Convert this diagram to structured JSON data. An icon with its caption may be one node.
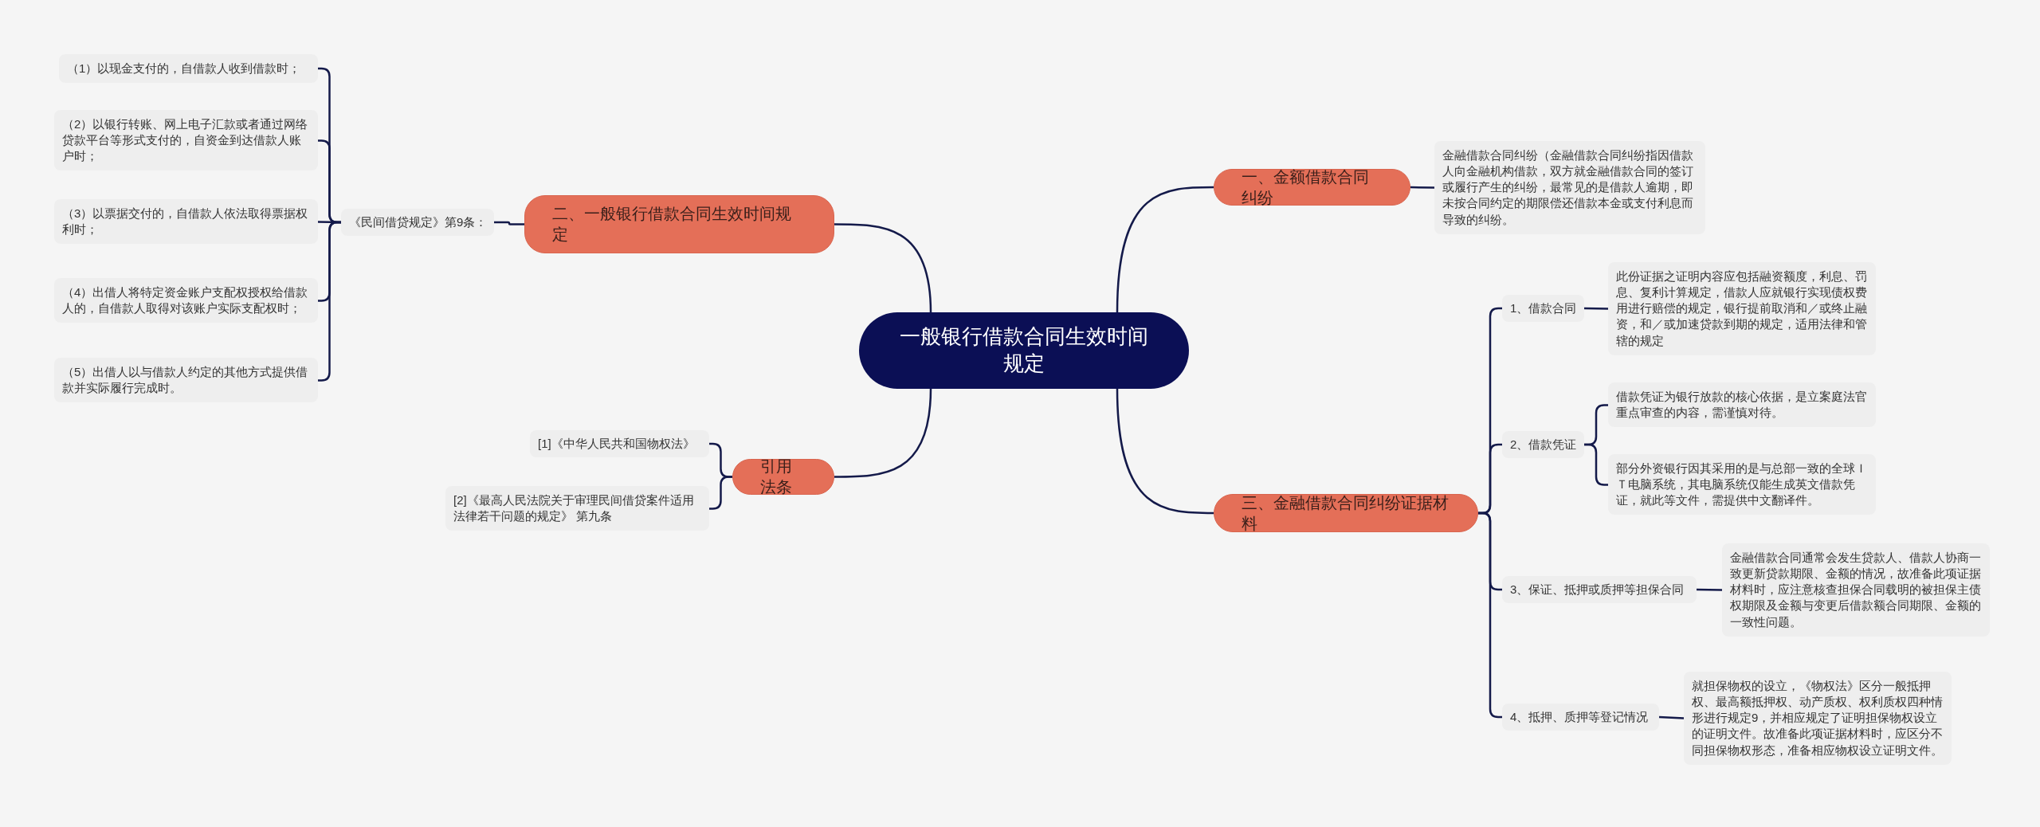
{
  "diagram": {
    "nodes": [
      {
        "text": [
          "一般银行借款合同生效时间规定"
        ]
      },
      {
        "text": [
          "一、金额借款合同纠纷"
        ]
      },
      {
        "text": [
          "金融借款合同纠纷（金融借款合同纠纷指因借款人向金融机构借款，双方就金融借款合同的签订或履行产生的纠纷，最常见的是借款人逾期，即未按合同约定的期限偿还借款本金或支付利息而导致的纠纷。"
        ]
      },
      {
        "text": [
          "二、一般银行借款合同生效时间规定"
        ]
      },
      {
        "text": [
          "《民间借贷规定》第9条："
        ]
      },
      {
        "text": [
          "（1）以现金支付的，自借款人收到借款时；"
        ]
      },
      {
        "text": [
          "（2）以银行转账、网上电子汇款或者通过网络贷款平台等形式支付的，自资金到达借款人账户时；"
        ]
      },
      {
        "text": [
          "（3）以票据交付的，自借款人依法取得票据权利时；"
        ]
      },
      {
        "text": [
          "（4）出借人将特定资金账户支配权授权给借款人的，自借款人取得对该账户实际支配权时；"
        ]
      },
      {
        "text": [
          "（5）出借人以与借款人约定的其他方式提供借款并实际履行完成时。"
        ]
      },
      {
        "text": [
          "引用法条"
        ]
      },
      {
        "text": [
          "[1]《中华人民共和国物权法》"
        ]
      },
      {
        "text": [
          "[2]《最高人民法院关于审理民间借贷案件适用法律若干问题的规定》 第九条"
        ]
      },
      {
        "text": [
          "三、金融借款合同纠纷证据材料"
        ]
      },
      {
        "text": [
          "1、借款合同"
        ]
      },
      {
        "text": [
          "此份证据之证明内容应包括融资额度，利息、罚息、复利计算规定，借款人应就银行实现债权费用进行赔偿的规定，银行提前取消和／或终止融资，和／或加速贷款到期的规定，适用法律和管辖的规定"
        ]
      },
      {
        "text": [
          "2、借款凭证"
        ]
      },
      {
        "text": [
          "借款凭证为银行放款的核心依据，是立案庭法官重点审查的内容，需谨慎对待。"
        ]
      },
      {
        "text": [
          "部分外资银行因其采用的是与总部一致的全球ＩＴ电脑系统，其电脑系统仅能生成英文借款凭证，就此等文件，需提供中文翻译件。"
        ]
      },
      {
        "text": [
          "3、保证、抵押或质押等担保合同"
        ]
      },
      {
        "text": [
          "金融借款合同通常会发生贷款人、借款人协商一致更新贷款期限、金额的情况，故准备此项证据材料时，应注意核查担保合同载明的被担保主债权期限及金额与变更后借款额合同期限、金额的一致性问题。"
        ]
      },
      {
        "text": [
          "4、抵押、质押等登记情况"
        ]
      },
      {
        "text": [
          "就担保物权的设立，《物权法》区分一般抵押权、最高额抵押权、动产质权、权利质权四种情形进行规定9，并相应规定了证明担保物权设立的证明文件。故准备此项证据材料时，应区分不同担保物权形态，准备相应物权设立证明文件。"
        ]
      }
    ],
    "edges": [
      {
        "from": 0,
        "to": 1,
        "arrow": "none"
      },
      {
        "from": 1,
        "to": 2,
        "arrow": "none"
      },
      {
        "from": 0,
        "to": 3,
        "arrow": "none"
      },
      {
        "from": 3,
        "to": 4,
        "arrow": "none"
      },
      {
        "from": 4,
        "to": 5,
        "arrow": "none"
      },
      {
        "from": 4,
        "to": 6,
        "arrow": "none"
      },
      {
        "from": 4,
        "to": 7,
        "arrow": "none"
      },
      {
        "from": 4,
        "to": 8,
        "arrow": "none"
      },
      {
        "from": 4,
        "to": 9,
        "arrow": "none"
      },
      {
        "from": 0,
        "to": 10,
        "arrow": "none"
      },
      {
        "from": 10,
        "to": 11,
        "arrow": "none"
      },
      {
        "from": 10,
        "to": 12,
        "arrow": "none"
      },
      {
        "from": 0,
        "to": 13,
        "arrow": "none"
      },
      {
        "from": 13,
        "to": 14,
        "arrow": "none"
      },
      {
        "from": 14,
        "to": 15,
        "arrow": "none"
      },
      {
        "from": 13,
        "to": 16,
        "arrow": "none"
      },
      {
        "from": 16,
        "to": 17,
        "arrow": "none"
      },
      {
        "from": 16,
        "to": 18,
        "arrow": "none"
      },
      {
        "from": 13,
        "to": 19,
        "arrow": "none"
      },
      {
        "from": 19,
        "to": 20,
        "arrow": "none"
      },
      {
        "from": 13,
        "to": 21,
        "arrow": "none"
      },
      {
        "from": 21,
        "to": 22,
        "arrow": "none"
      }
    ]
  }
}
